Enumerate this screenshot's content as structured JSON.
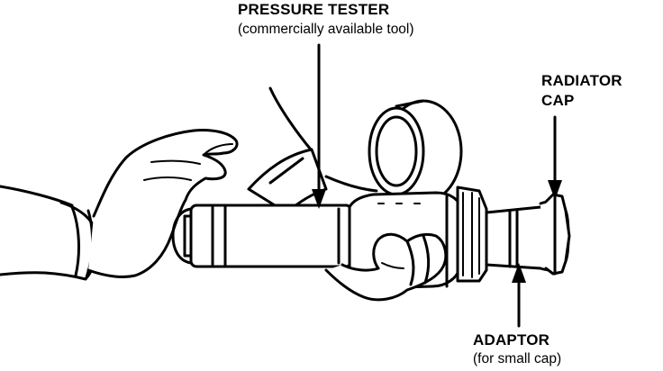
{
  "labels": {
    "pressure_tester": {
      "title": "PRESSURE TESTER",
      "note": "(commercially available tool)"
    },
    "radiator_cap": {
      "line1": "RADIATOR",
      "line2": "CAP"
    },
    "adaptor": {
      "title": "ADAPTOR",
      "note": "(for small cap)"
    }
  },
  "colors": {
    "ink": "#000000",
    "background": "#ffffff"
  }
}
